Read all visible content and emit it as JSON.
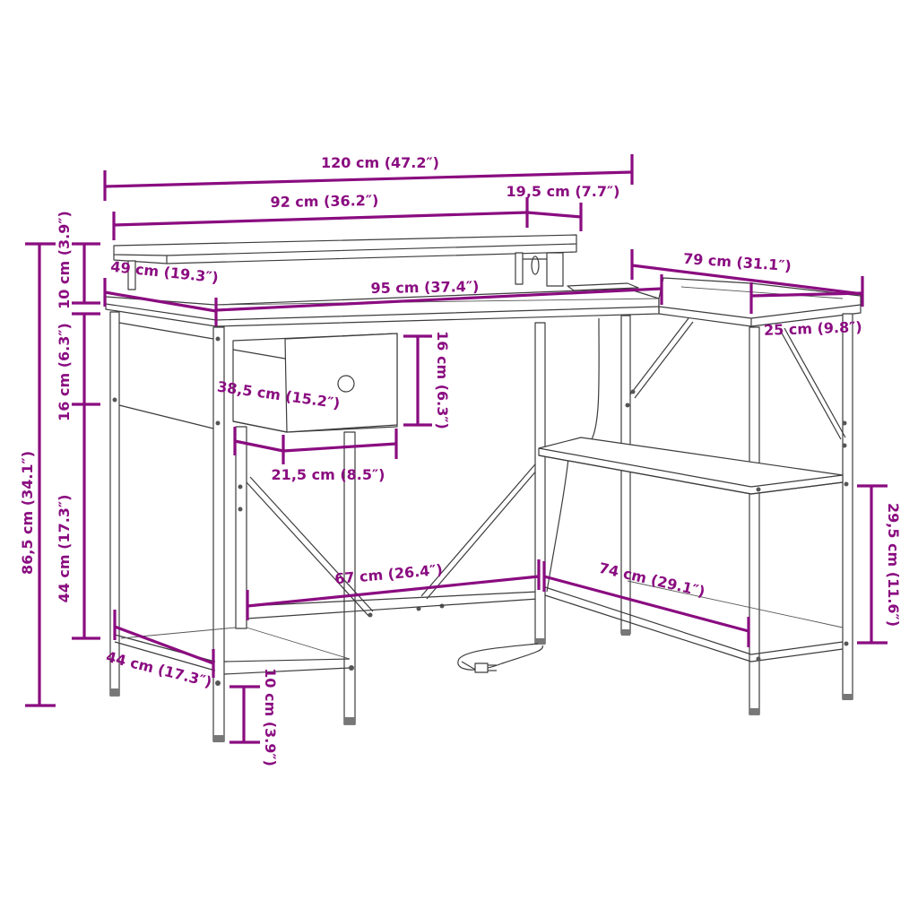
{
  "diagram": {
    "title": "L-shaped desk with monitor shelf and drawer - dimensions",
    "accent_color": "#8a0c80",
    "line_color": "#3c3c3c",
    "background": "#ffffff"
  },
  "dimensions": {
    "total_width": "120 cm (47.2″)",
    "monitor_shelf_width": "92 cm (36.2″)",
    "shelf_depth": "19,5 cm (7.7″)",
    "side_length": "79 cm (31.1″)",
    "side_shelf_depth": "25 cm (9.8″)",
    "main_depth": "49 cm (19.3″)",
    "main_desk_width": "95 cm (37.4″)",
    "riser_height": "10 cm (3.9″)",
    "drawer_zone_height": "16 cm (6.3″)",
    "total_height": "86,5 cm (34.1″)",
    "under_desk_height": "44 cm (17.3″)",
    "drawer_height": "16 cm (6.3″)",
    "drawer_depth": "38,5 cm (15.2″)",
    "drawer_width": "21,5 cm (8.5″)",
    "bottom_span": "67 cm (26.4″)",
    "side_bottom_span": "74 cm (29.1″)",
    "side_shelf_spacing": "29,5 cm (11.6″)",
    "bottom_shelf_depth": "44 cm (17.3″)",
    "floor_clearance": "10 cm (3.9″)"
  }
}
